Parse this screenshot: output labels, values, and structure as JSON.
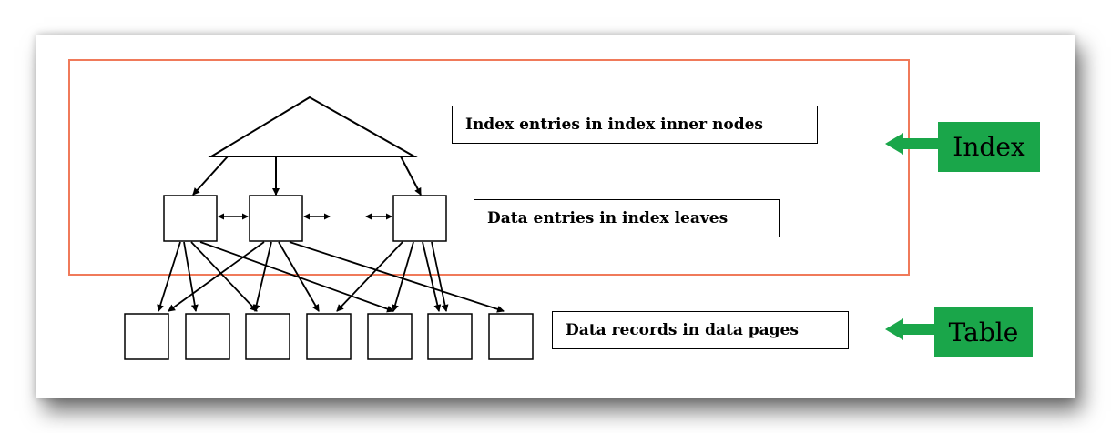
{
  "labels": {
    "inner_nodes": "Index entries in index inner nodes",
    "leaves": "Data entries in index leaves",
    "data_pages": "Data records in data pages"
  },
  "tags": {
    "index": "Index",
    "table": "Table"
  },
  "colors": {
    "index_region_border": "#f07a5a",
    "tag_fill": "#1aa64a",
    "line": "#000000"
  }
}
